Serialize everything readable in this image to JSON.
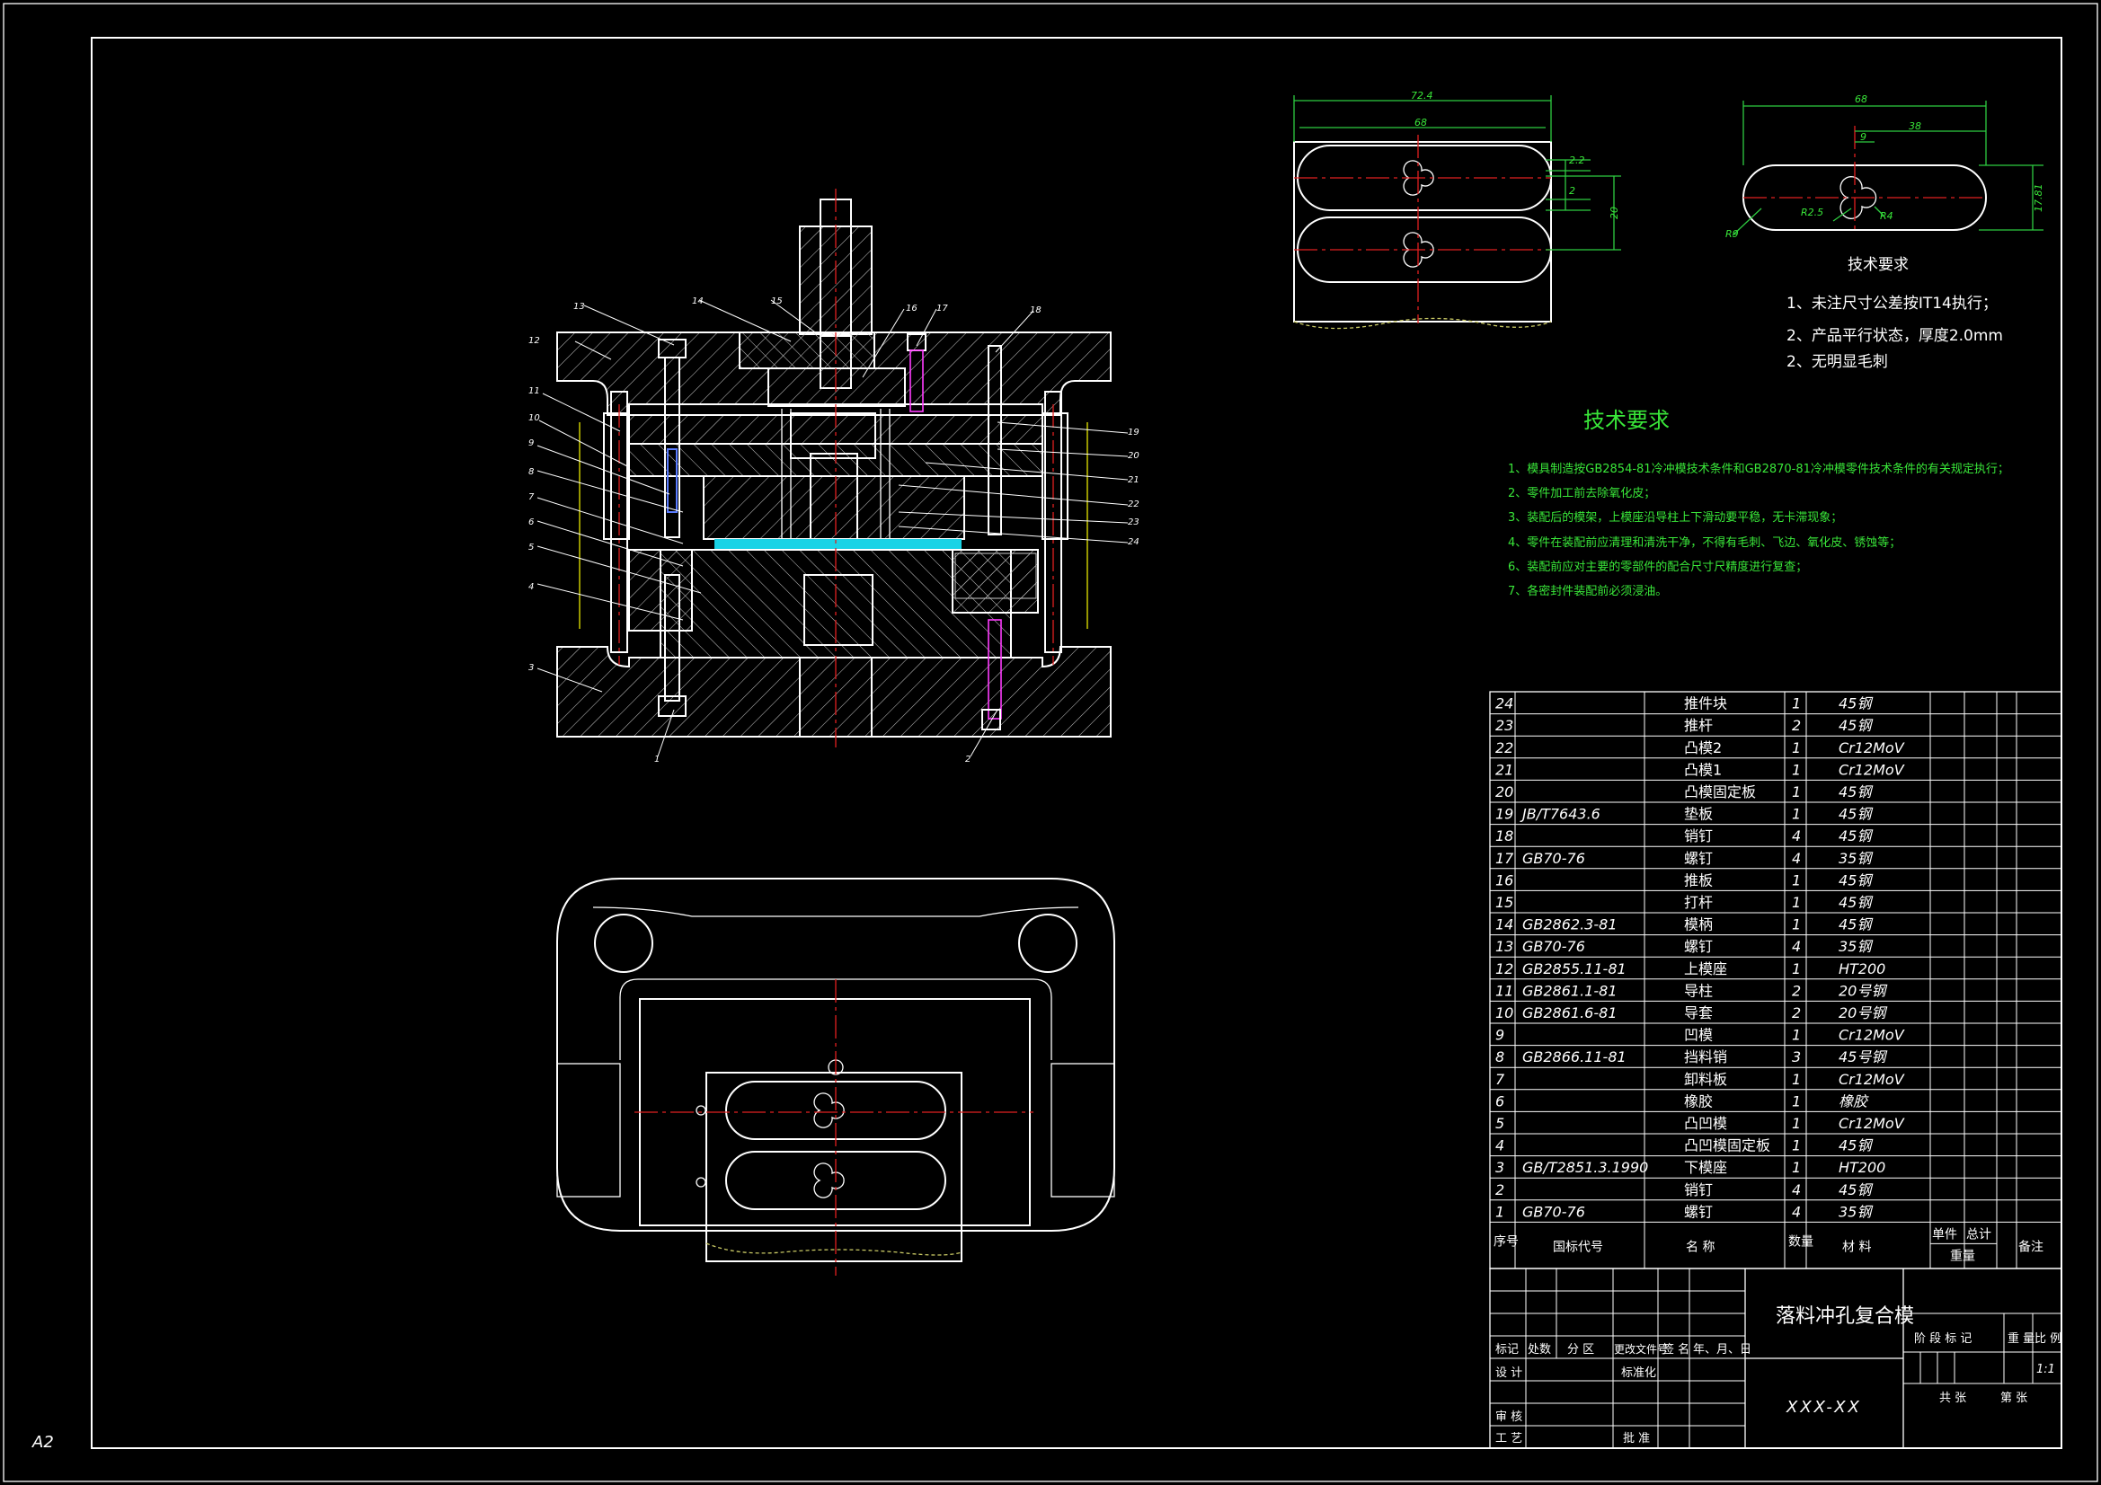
{
  "sheet": {
    "size_label": "A2"
  },
  "section_view": {
    "callouts": [
      "1",
      "2",
      "3",
      "4",
      "5",
      "6",
      "7",
      "8",
      "9",
      "10",
      "11",
      "12",
      "13",
      "14",
      "15",
      "16",
      "17",
      "18",
      "19",
      "20",
      "21",
      "22",
      "23",
      "24"
    ]
  },
  "part_drawing_1": {
    "dims": [
      "72.4",
      "68",
      "2.2",
      "2",
      "20"
    ]
  },
  "part_drawing_2": {
    "dims": [
      "68",
      "38",
      "9",
      "17.81",
      "R2.5",
      "R4",
      "R9"
    ],
    "tech_title": "技术要求",
    "notes": [
      "1、未注尺寸公差按IT14执行；",
      "2、产品平行状态，厚度2.0mm",
      "2、无明显毛刺"
    ]
  },
  "tech_req": {
    "title": "技术要求",
    "items": [
      "1、模具制造按GB2854-81冷冲模技术条件和GB2870-81冷冲模零件技术条件的有关规定执行；",
      "2、零件加工前去除氧化皮；",
      "3、装配后的模架，上模座沿导柱上下滑动要平稳，无卡滞现象；",
      "4、零件在装配前应清理和清洗干净，不得有毛刺、飞边、氧化皮、锈蚀等；",
      "6、装配前应对主要的零部件的配合尺寸尺精度进行复查；",
      "7、各密封件装配前必须浸油。"
    ]
  },
  "bom": {
    "rows": [
      {
        "no": "24",
        "std": "",
        "name": "推件块",
        "qty": "1",
        "mat": "45钢"
      },
      {
        "no": "23",
        "std": "",
        "name": "推杆",
        "qty": "2",
        "mat": "45钢"
      },
      {
        "no": "22",
        "std": "",
        "name": "凸模2",
        "qty": "1",
        "mat": "Cr12MoV"
      },
      {
        "no": "21",
        "std": "",
        "name": "凸模1",
        "qty": "1",
        "mat": "Cr12MoV"
      },
      {
        "no": "20",
        "std": "",
        "name": "凸模固定板",
        "qty": "1",
        "mat": "45钢"
      },
      {
        "no": "19",
        "std": "JB/T7643.6",
        "name": "垫板",
        "qty": "1",
        "mat": "45钢"
      },
      {
        "no": "18",
        "std": "",
        "name": "销钉",
        "qty": "4",
        "mat": "45钢"
      },
      {
        "no": "17",
        "std": "GB70-76",
        "name": "螺钉",
        "qty": "4",
        "mat": "35钢"
      },
      {
        "no": "16",
        "std": "",
        "name": "推板",
        "qty": "1",
        "mat": "45钢"
      },
      {
        "no": "15",
        "std": "",
        "name": "打杆",
        "qty": "1",
        "mat": "45钢"
      },
      {
        "no": "14",
        "std": "GB2862.3-81",
        "name": "模柄",
        "qty": "1",
        "mat": "45钢"
      },
      {
        "no": "13",
        "std": "GB70-76",
        "name": "螺钉",
        "qty": "4",
        "mat": "35钢"
      },
      {
        "no": "12",
        "std": "GB2855.11-81",
        "name": "上模座",
        "qty": "1",
        "mat": "HT200"
      },
      {
        "no": "11",
        "std": "GB2861.1-81",
        "name": "导柱",
        "qty": "2",
        "mat": "20号钢"
      },
      {
        "no": "10",
        "std": "GB2861.6-81",
        "name": "导套",
        "qty": "2",
        "mat": "20号钢"
      },
      {
        "no": "9",
        "std": "",
        "name": "凹模",
        "qty": "1",
        "mat": "Cr12MoV"
      },
      {
        "no": "8",
        "std": "GB2866.11-81",
        "name": "挡料销",
        "qty": "3",
        "mat": "45号钢"
      },
      {
        "no": "7",
        "std": "",
        "name": "卸料板",
        "qty": "1",
        "mat": "Cr12MoV"
      },
      {
        "no": "6",
        "std": "",
        "name": "橡胶",
        "qty": "1",
        "mat": "橡胶"
      },
      {
        "no": "5",
        "std": "",
        "name": "凸凹模",
        "qty": "1",
        "mat": "Cr12MoV"
      },
      {
        "no": "4",
        "std": "",
        "name": "凸凹模固定板",
        "qty": "1",
        "mat": "45钢"
      },
      {
        "no": "3",
        "std": "GB/T2851.3.1990",
        "name": "下模座",
        "qty": "1",
        "mat": "HT200"
      },
      {
        "no": "2",
        "std": "",
        "name": "销钉",
        "qty": "4",
        "mat": "45钢"
      },
      {
        "no": "1",
        "std": "GB70-76",
        "name": "螺钉",
        "qty": "4",
        "mat": "35钢"
      }
    ],
    "header": {
      "no": "序号",
      "std": "国标代号",
      "name": "名 称",
      "qty": "数量",
      "mat": "材 料",
      "unit": "单件",
      "total": "总计",
      "weight": "重量",
      "remark": "备注"
    }
  },
  "title_block": {
    "drawing_title": "落料冲孔复合模",
    "drawing_no": "XXX-XX",
    "labels": {
      "mark": "标记",
      "count": "处数",
      "zone": "分 区",
      "doc": "更改文件号",
      "sign": "签 名",
      "date": "年、月、日",
      "design": "设 计",
      "std": "标准化",
      "review": "审 核",
      "process": "工 艺",
      "approve": "批 准",
      "stage": "阶 段 标 记",
      "weight": "重 量",
      "scale": "比 例",
      "scale_val": "1:1",
      "sheets": "共  张",
      "sheet": "第  张"
    }
  }
}
